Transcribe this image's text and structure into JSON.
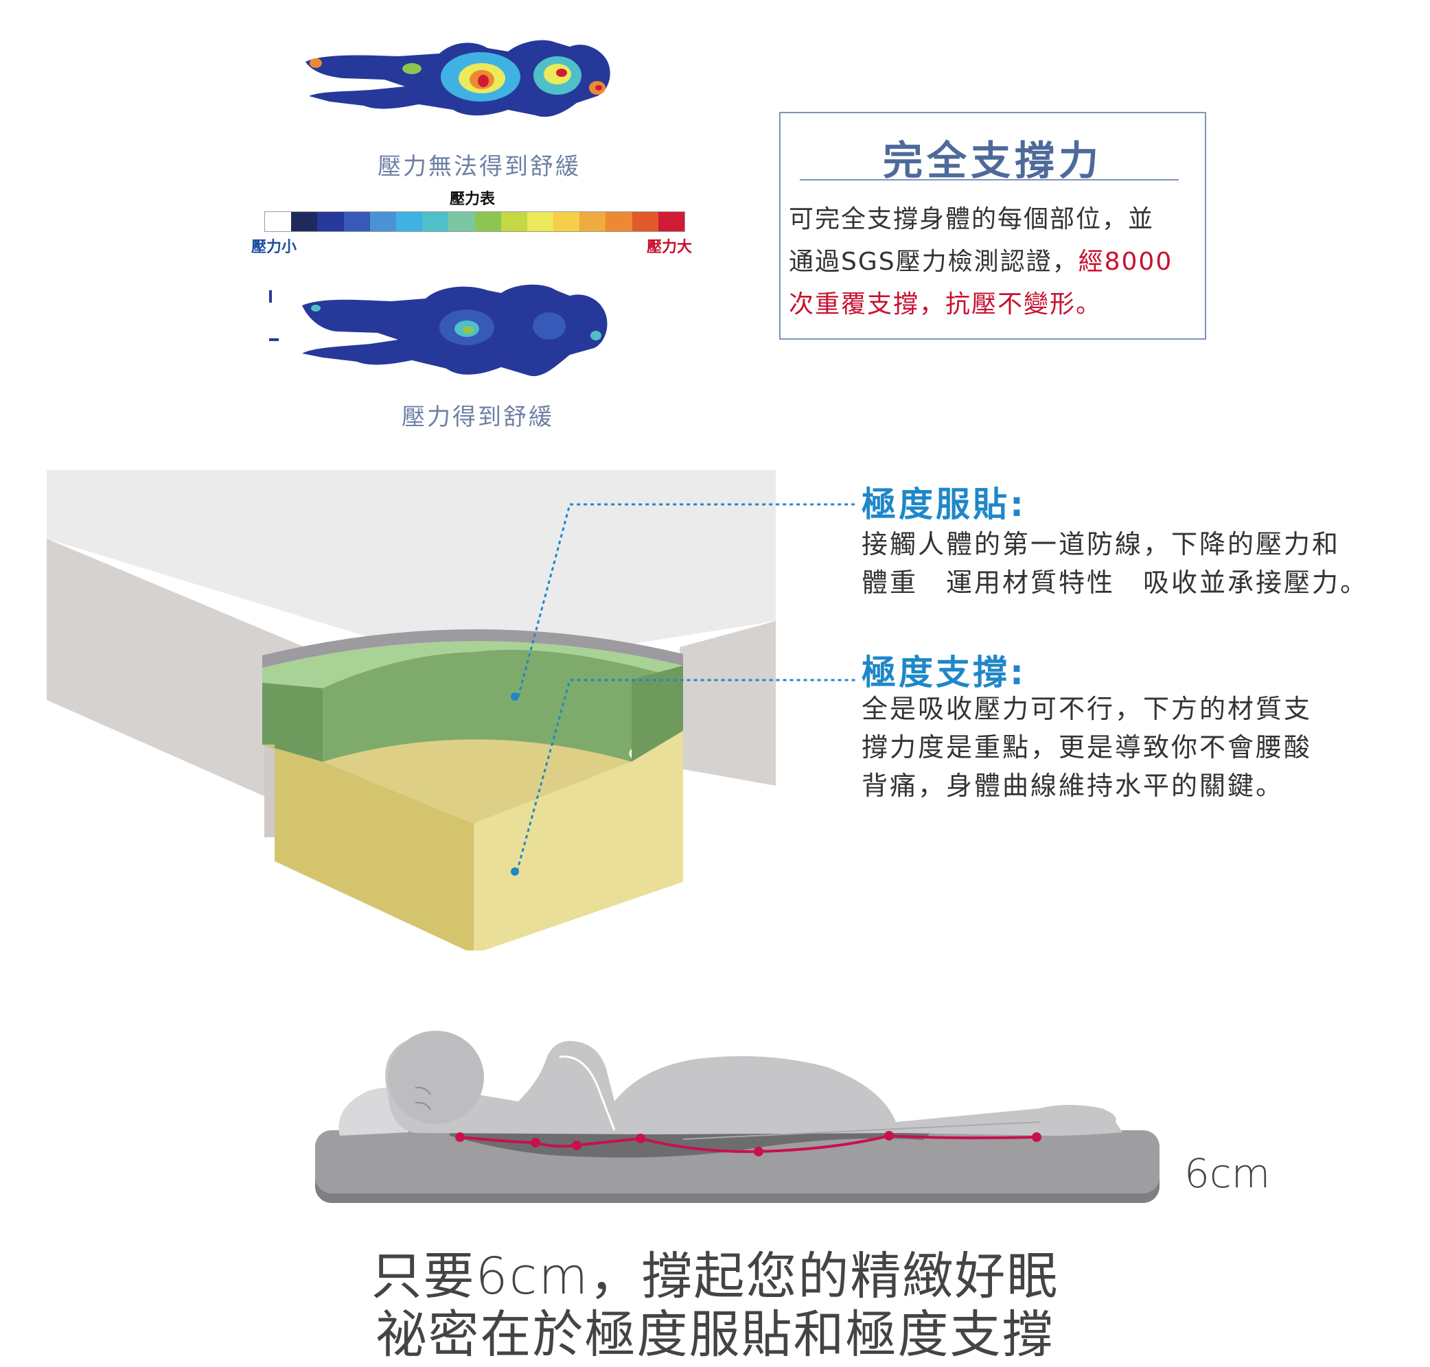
{
  "heatmap": {
    "caption_before": "壓力無法得到舒緩",
    "caption_after": "壓力得到舒緩"
  },
  "legend": {
    "title": "壓力表",
    "low_label": "壓力小",
    "high_label": "壓力大",
    "colors": [
      "#ffffff",
      "#1e2a5e",
      "#26399a",
      "#3759b8",
      "#4a92d3",
      "#3fb2e3",
      "#4fc0c8",
      "#7bc7a4",
      "#8ec552",
      "#c3d844",
      "#ece95a",
      "#f5cf47",
      "#efac3e",
      "#eb8a33",
      "#e15a2b",
      "#d01b34"
    ]
  },
  "support_box": {
    "title": "完全支撐力",
    "line1": "可完全支撐身體的每個部位，並",
    "line2_a": "通過SGS壓力檢測認證，",
    "line2_b": "經8000",
    "line3": "次重覆支撐，抗壓不變形。"
  },
  "features": [
    {
      "heading": "極度服貼:",
      "line1": "接觸人體的第一道防線，下降的壓力和",
      "line2": "體重　運用材質特性　吸收並承接壓力。"
    },
    {
      "heading": "極度支撐:",
      "line1": "全是吸收壓力可不行，下方的材質支",
      "line2": "撐力度是重點，更是導致你不會腰酸",
      "line3": "背痛，身體曲線維持水平的關鍵。"
    }
  ],
  "thickness_label": "6cm",
  "slogan": {
    "line1": "只要6cm，撐起您的精緻好眠",
    "line2": "祕密在於極度服貼和極度支撐"
  },
  "colors": {
    "accent_blue": "#1f87c9",
    "highlight_red": "#c8102e",
    "curve_red": "#c8104f",
    "green_layer": "#7eab6c",
    "yellow_layer": "#e9df98"
  }
}
